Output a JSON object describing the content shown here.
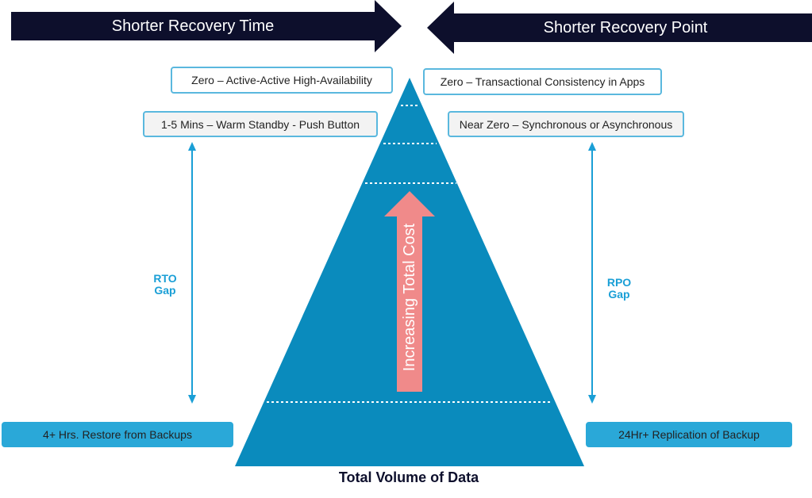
{
  "header": {
    "left_arrow_label": "Shorter Recovery Time",
    "right_arrow_label": "Shorter Recovery Point",
    "arrow_color": "#0d0f2c"
  },
  "rto": {
    "tiers": [
      "Zero – Active-Active  High-Availability",
      "1-5 Mins – Warm Standby - Push Button",
      "4+ Hrs. Restore from Backups"
    ],
    "gap_label_line1": "RTO",
    "gap_label_line2": "Gap"
  },
  "rpo": {
    "tiers": [
      "Zero – Transactional Consistency in Apps",
      "Near Zero – Synchronous or Asynchronous",
      "24Hr+ Replication of Backup"
    ],
    "gap_label_line1": "RPO",
    "gap_label_line2": "Gap"
  },
  "pyramid": {
    "cost_label": "Increasing Total Cost",
    "fill_color": "#0a8bbd",
    "cost_arrow_color": "#f08a8a"
  },
  "footer": {
    "label": "Total Volume of Data"
  },
  "colors": {
    "box_border": "#5ab8de",
    "gap_text": "#1a9fd6",
    "bottom_box_fill": "#2aa8d8"
  }
}
